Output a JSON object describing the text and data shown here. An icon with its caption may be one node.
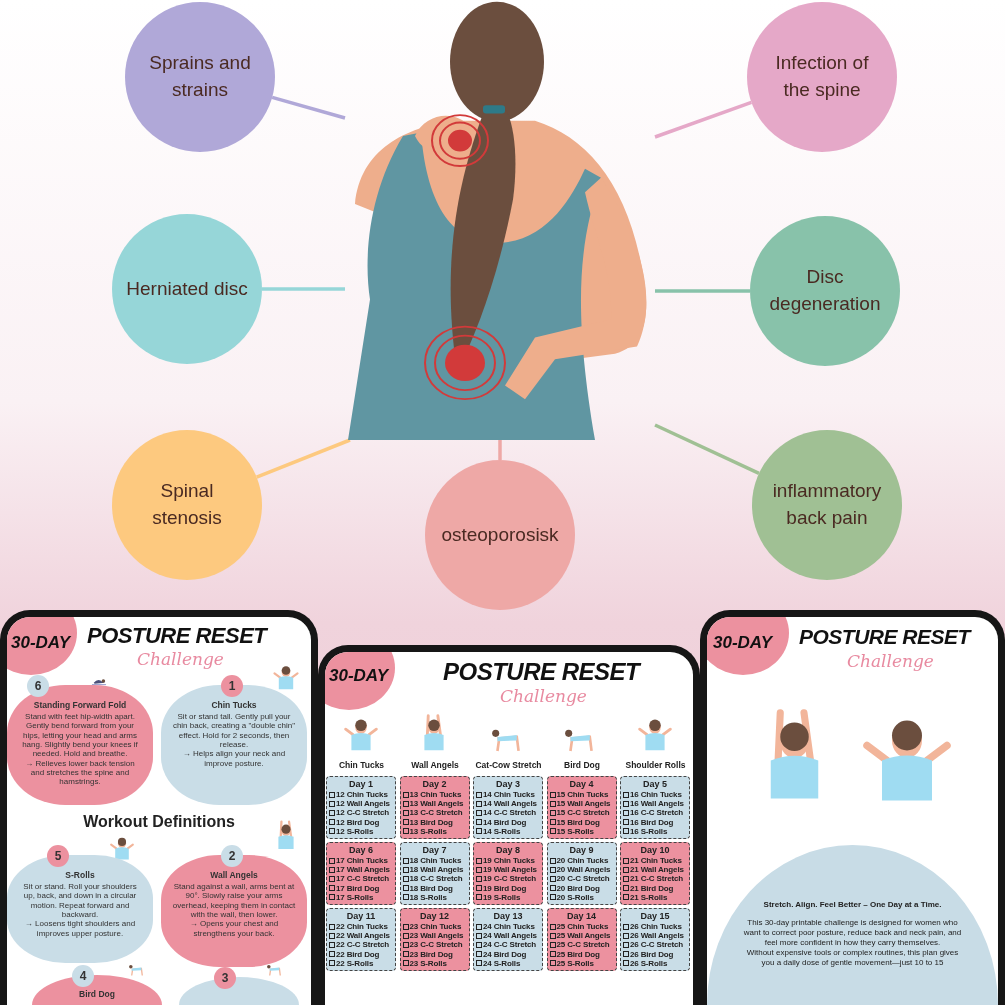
{
  "diagram": {
    "nodes": [
      {
        "text": [
          "Sprains and strains"
        ]
      },
      {
        "text": [
          "Infection of the spine"
        ]
      },
      {
        "text": [],
        "shape": "picture"
      },
      {
        "text": [
          "Herniated disc"
        ]
      },
      {
        "text": [
          "Disc degeneration"
        ]
      },
      {
        "text": [
          "Spinal stenosis"
        ]
      },
      {
        "text": [
          "osteoporosisk"
        ]
      },
      {
        "text": [
          "inflammatory back pain"
        ]
      },
      {
        "text": [
          "30-DAY",
          "POSTURE RESET",
          "Challenge",
          "Workout Definitions"
        ]
      },
      {
        "text": [
          "6",
          "Standing Forward Fold",
          "Stand with feet hip-width apart. Gently bend forward from your hips, letting your head and arms hang. Slightly bend your knees if needed. Hold and breathe.",
          "→ Relieves lower back tension and stretches the spine and hamstrings."
        ],
        "in": 8
      },
      {
        "text": [
          "1",
          "Chin Tucks",
          "Sit or stand tall. Gently pull your chin back, creating a \"double chin\" effect. Hold for 2 seconds, then release.",
          "→ Helps align your neck and improve posture."
        ],
        "in": 8
      },
      {
        "text": [
          "5",
          "S-Rolls",
          "Sit or stand. Roll your shoulders up, back, and down in a circular motion. Repeat forward and backward.",
          "→ Loosens tight shoulders and improves upper posture."
        ],
        "in": 8
      },
      {
        "text": [
          "2",
          "Wall Angels",
          "Stand against a wall, arms bent at 90°. Slowly raise your arms overhead, keeping them in contact with the wall, then lower.",
          "→ Opens your chest and strengthens your back."
        ],
        "in": 8
      },
      {
        "text": [
          "4",
          "Bird Dog"
        ],
        "in": 8
      },
      {
        "text": [
          "3"
        ],
        "in": 8
      },
      {
        "text": [
          "30-DAY",
          "POSTURE RESET",
          "Challenge",
          "Chin Tucks",
          "Wall Angels",
          "Cat-Cow Stretch",
          "Bird Dog",
          "Shoulder Rolls"
        ]
      },
      {
        "text": [
          "Day 1",
          "12 Chin Tucks",
          "12 Wall Angels",
          "12 C-C Stretch",
          "12 Bird Dog",
          "12 S-Rolls"
        ],
        "in": 15
      },
      {
        "text": [
          "Day 2",
          "13 Chin Tucks",
          "13 Wall Angels",
          "13 C-C Stretch",
          "13 Bird Dog",
          "13 S-Rolls"
        ],
        "in": 15
      },
      {
        "text": [
          "Day 3",
          "14 Chin Tucks",
          "14 Wall Angels",
          "14 C-C Stretch",
          "14 Bird Dog",
          "14 S-Rolls"
        ],
        "in": 15
      },
      {
        "text": [
          "Day 4",
          "15 Chin Tucks",
          "15 Wall Angels",
          "15 C-C Stretch",
          "15 Bird Dog",
          "15 S-Rolls"
        ],
        "in": 15
      },
      {
        "text": [
          "Day 5",
          "16 Chin Tucks",
          "16 Wall Angels",
          "16 C-C Stretch",
          "16 Bird Dog",
          "16 S-Rolls"
        ],
        "in": 15
      },
      {
        "text": [
          "Day 6",
          "17 Chin Tucks",
          "17 Wall Angels",
          "17 C-C Stretch",
          "17 Bird Dog",
          "17 S-Rolls"
        ],
        "in": 15
      },
      {
        "text": [
          "Day 7",
          "18 Chin Tucks",
          "18 Wall Angels",
          "18 C-C Stretch",
          "18 Bird Dog",
          "18 S-Rolls"
        ],
        "in": 15
      },
      {
        "text": [
          "Day 8",
          "19 Chin Tucks",
          "19 Wall Angels",
          "19 C-C Stretch",
          "19 Bird Dog",
          "19 S-Rolls"
        ],
        "in": 15
      },
      {
        "text": [
          "Day 9",
          "20 Chin Tucks",
          "20 Wall Angels",
          "20 C-C Stretch",
          "20 Bird Dog",
          "20 S-Rolls"
        ],
        "in": 15
      },
      {
        "text": [
          "Day 10",
          "21 Chin Tucks",
          "21 Wall Angels",
          "21 C-C Stretch",
          "21 Bird Dog",
          "21 S-Rolls"
        ],
        "in": 15
      },
      {
        "text": [
          "Day 11",
          "22 Chin Tucks",
          "22 Wall Angels",
          "22 C-C Stretch",
          "22 Bird Dog",
          "22 S-Rolls"
        ],
        "in": 15
      },
      {
        "text": [
          "Day 12",
          "23 Chin Tucks",
          "23 Wall Angels",
          "23 C-C Stretch",
          "23 Bird Dog",
          "23 S-Rolls"
        ],
        "in": 15
      },
      {
        "text": [
          "Day 13",
          "24 Chin Tucks",
          "24 Wall Angels",
          "24 C-C Stretch",
          "24 Bird Dog",
          "24 S-Rolls"
        ],
        "in": 15
      },
      {
        "text": [
          "Day 14",
          "25 Chin Tucks",
          "25 Wall Angels",
          "25 C-C Stretch",
          "25 Bird Dog",
          "25 S-Rolls"
        ],
        "in": 15
      },
      {
        "text": [
          "Day 15",
          "26 Chin Tucks",
          "26 Wall Angels",
          "26 C-C Stretch",
          "26 Bird Dog",
          "26 S-Rolls"
        ],
        "in": 15
      },
      {
        "text": [
          "30-DAY",
          "POSTURE RESET",
          "Challenge"
        ]
      },
      {
        "text": [
          "Stretch. Align. Feel Better – One Day at a Time.",
          "This 30-day printable challenge is designed for women who want to correct poor posture, reduce back and neck pain, and feel more confident in how they carry themselves.",
          "Without expensive tools or complex routines, this plan gives you a daily dose of gentle movement—just 10 to 15"
        ],
        "in": 31
      }
    ],
    "edges": [
      {
        "from": 0,
        "to": 2,
        "arrow": "none",
        "color": "#b0a8d8"
      },
      {
        "from": 1,
        "to": 2,
        "arrow": "none",
        "color": "#e5a8c8"
      },
      {
        "from": 3,
        "to": 2,
        "arrow": "none",
        "color": "#96d6d8"
      },
      {
        "from": 4,
        "to": 2,
        "arrow": "none",
        "color": "#88c2aa"
      },
      {
        "from": 5,
        "to": 2,
        "arrow": "none",
        "color": "#fdc97f"
      },
      {
        "from": 6,
        "to": 2,
        "arrow": "none",
        "color": "#eea8a6"
      },
      {
        "from": 7,
        "to": 2,
        "arrow": "none",
        "color": "#a0c094"
      }
    ]
  }
}
